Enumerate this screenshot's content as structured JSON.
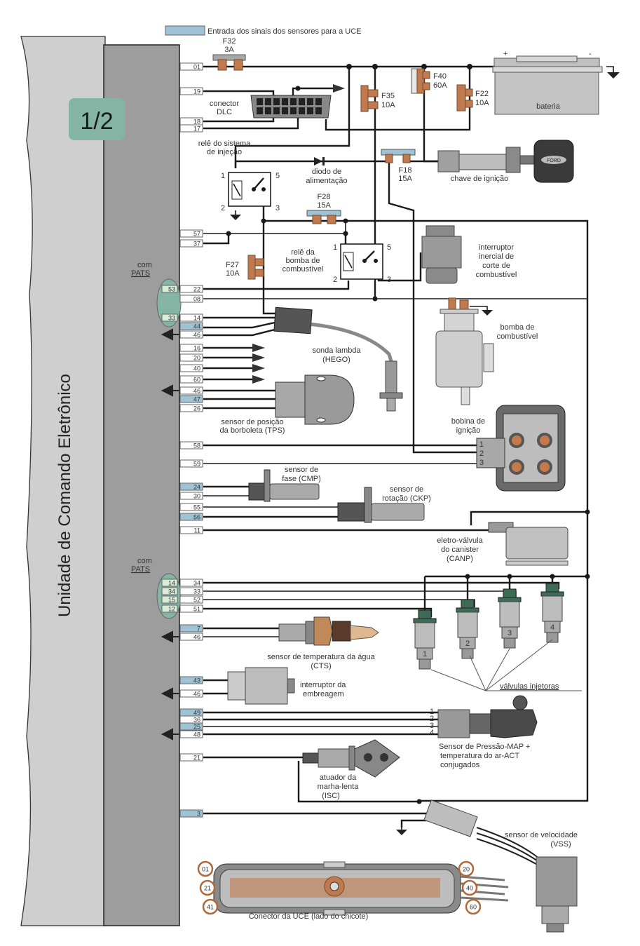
{
  "legend": {
    "text": "Entrada dos sinais dos sensores para a UCE",
    "color": "#9dc3d4"
  },
  "page_badge": "1/2",
  "ecu_title": "Unidade de Comando Eletrônico",
  "pats_labels": [
    "com",
    "PATS"
  ],
  "pins": [
    {
      "n": "01",
      "sensor": false
    },
    {
      "n": "19",
      "sensor": false
    },
    {
      "n": "18",
      "sensor": false
    },
    {
      "n": "17",
      "sensor": false
    },
    {
      "n": "57",
      "sensor": false
    },
    {
      "n": "37",
      "sensor": false
    },
    {
      "n": "22",
      "sensor": false,
      "pats": "53"
    },
    {
      "n": "08",
      "sensor": false
    },
    {
      "n": "14",
      "sensor": false,
      "pats": "33"
    },
    {
      "n": "44",
      "sensor": true
    },
    {
      "n": "46",
      "sensor": false,
      "ground": true
    },
    {
      "n": "16",
      "sensor": false
    },
    {
      "n": "20",
      "sensor": false
    },
    {
      "n": "40",
      "sensor": false
    },
    {
      "n": "60",
      "sensor": false
    },
    {
      "n": "46",
      "sensor": false,
      "ground": true
    },
    {
      "n": "47",
      "sensor": true
    },
    {
      "n": "26",
      "sensor": false
    },
    {
      "n": "58",
      "sensor": false
    },
    {
      "n": "59",
      "sensor": false
    },
    {
      "n": "24",
      "sensor": true
    },
    {
      "n": "30",
      "sensor": false
    },
    {
      "n": "55",
      "sensor": false
    },
    {
      "n": "56",
      "sensor": true
    },
    {
      "n": "11",
      "sensor": false
    },
    {
      "n": "34",
      "sensor": false,
      "pats": "14"
    },
    {
      "n": "33",
      "sensor": false,
      "pats": "34"
    },
    {
      "n": "52",
      "sensor": false,
      "pats": "15"
    },
    {
      "n": "51",
      "sensor": false,
      "pats": "12"
    },
    {
      "n": "7",
      "sensor": true
    },
    {
      "n": "46",
      "sensor": false,
      "ground": true
    },
    {
      "n": "43",
      "sensor": true
    },
    {
      "n": "46",
      "sensor": false,
      "ground": true
    },
    {
      "n": "49",
      "sensor": true
    },
    {
      "n": "36",
      "sensor": false
    },
    {
      "n": "25",
      "sensor": true
    },
    {
      "n": "48",
      "sensor": false,
      "ground": true
    },
    {
      "n": "21",
      "sensor": false
    },
    {
      "n": "3",
      "sensor": true
    }
  ],
  "fuses": {
    "f32": [
      "F32",
      "3A"
    ],
    "f35": [
      "F35",
      "10A"
    ],
    "f40": [
      "F40",
      "60A"
    ],
    "f22": [
      "F22",
      "10A"
    ],
    "f18": [
      "F18",
      "15A"
    ],
    "f28": [
      "F28",
      "15A"
    ],
    "f27": [
      "F27",
      "10A"
    ]
  },
  "battery": {
    "label": "bateria",
    "plus": "+",
    "minus": "-"
  },
  "dlc": [
    "conector",
    "DLC"
  ],
  "ignition_switch": {
    "label": "chave de ignição",
    "key_brand": "FORD"
  },
  "relay_injection": {
    "label": [
      "relê do sistema",
      "de injeção"
    ],
    "terminals": [
      "1",
      "2",
      "3",
      "5"
    ]
  },
  "diode": [
    "diodo de",
    "alimentação"
  ],
  "relay_pump": {
    "label": [
      "relê da",
      "bomba de",
      "combustível"
    ],
    "terminals": [
      "1",
      "2",
      "3",
      "5"
    ]
  },
  "inertia_switch": [
    "interruptor",
    "inercial de",
    "corte de",
    "combustível"
  ],
  "fuel_pump": [
    "bomba de",
    "combustível"
  ],
  "lambda": [
    "sonda lambda",
    "(HEGO)"
  ],
  "tps": [
    "sensor de posição",
    "da borboleta (TPS)"
  ],
  "coil": {
    "label": [
      "bobina de",
      "ignição"
    ],
    "terminals": [
      "1",
      "2",
      "3"
    ]
  },
  "cmp": [
    "sensor de",
    "fase (CMP)"
  ],
  "ckp": [
    "sensor de",
    "rotação (CKP)"
  ],
  "canister": [
    "eletro-válvula",
    "do canister",
    "(CANP)"
  ],
  "cts": [
    "sensor de temperatura da água",
    "(CTS)"
  ],
  "clutch": [
    "interruptor da",
    "embreagem"
  ],
  "injectors": {
    "label": "válvulas injetoras",
    "numbers": [
      "1",
      "2",
      "3",
      "4"
    ]
  },
  "map": {
    "label": [
      "Sensor de Pressão-MAP +",
      "temperatura  do ar-ACT",
      "conjugados"
    ],
    "terminals": [
      "1",
      "2",
      "3",
      "4"
    ]
  },
  "isc": [
    "atuador da",
    "marha-lenta",
    "(ISC)"
  ],
  "vss": [
    "sensor de velocidade",
    "(VSS)"
  ],
  "ecu_connector": {
    "label": "Conector da UCE (lado do chicote)",
    "pins": [
      "01",
      "21",
      "41",
      "20",
      "40",
      "60"
    ]
  }
}
